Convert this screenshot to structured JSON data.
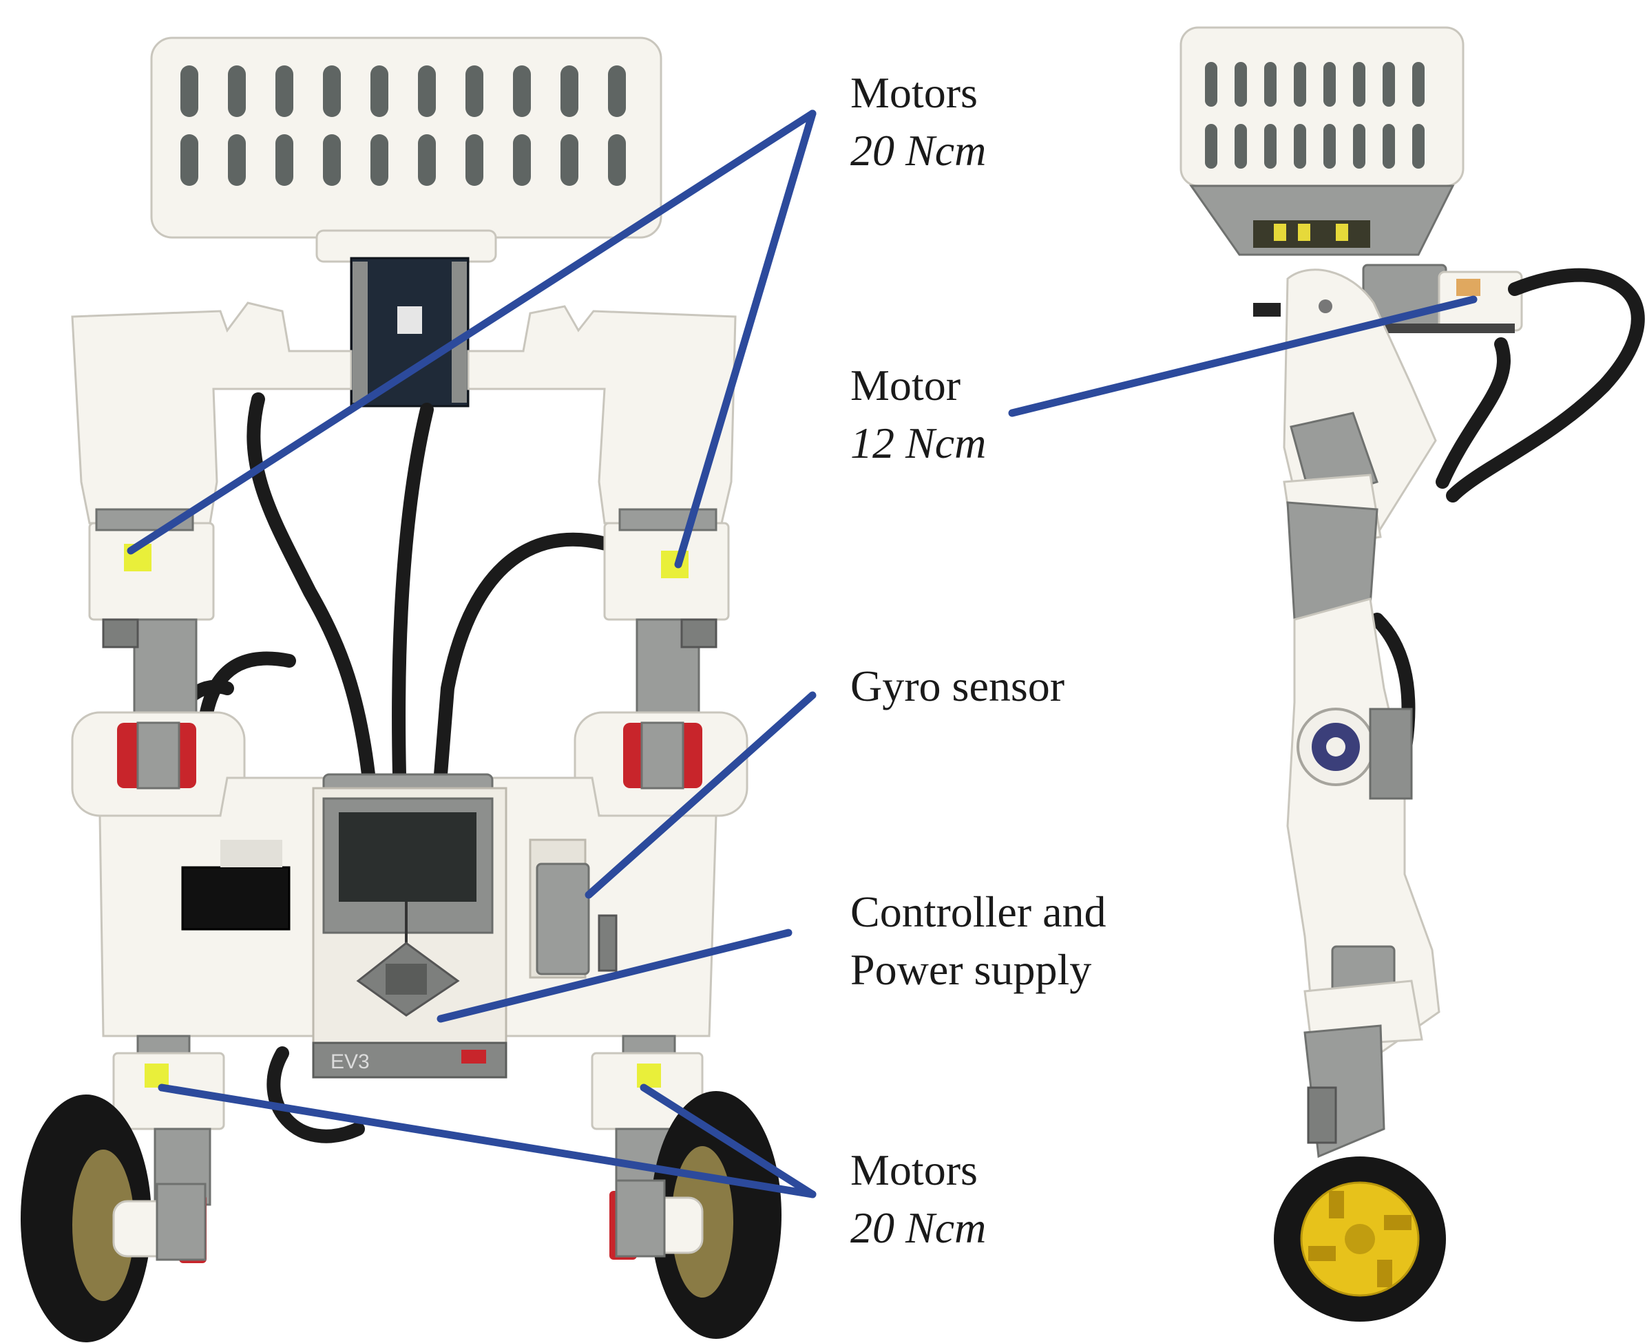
{
  "labels": {
    "motors_top": {
      "title": "Motors",
      "spec": "20 Ncm"
    },
    "motor_side": {
      "title": "Motor",
      "spec": "12 Ncm"
    },
    "gyro": {
      "title": "Gyro sensor"
    },
    "controller": {
      "line1": "Controller and",
      "line2": "Power supply"
    },
    "motors_bottom": {
      "title": "Motors",
      "spec": "20 Ncm"
    }
  },
  "brick": {
    "logo_text": "EV3"
  },
  "colors": {
    "leader_line": "#2c4a9c",
    "text": "#1a1a1a",
    "robot_white": "#f6f4ee",
    "robot_grey": "#9a9c9a",
    "cable": "#1b1b1b",
    "wheel_hub": "#e7c21b"
  }
}
